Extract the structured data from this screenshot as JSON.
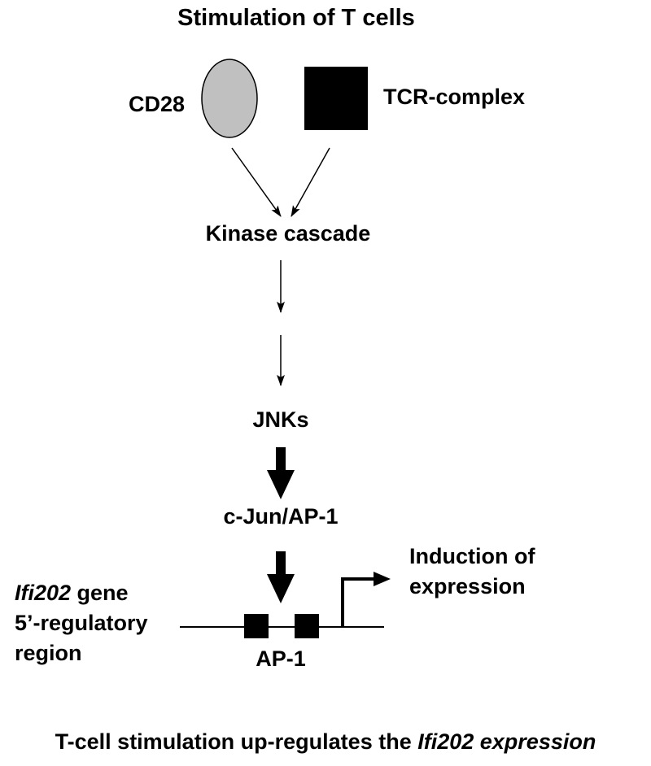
{
  "diagram": {
    "title": "Stimulation of T cells",
    "receptors": {
      "cd28_label": "CD28",
      "tcr_label": "TCR-complex",
      "cd28_fill": "#c0c0c0",
      "tcr_fill": "#000000"
    },
    "nodes": {
      "kinase": "Kinase cascade",
      "jnks": "JNKs",
      "cjun": "c-Jun/AP-1",
      "ap1": "AP-1"
    },
    "gene": {
      "name": "Ifi202",
      "suffix": " gene",
      "line2": "5’-regulatory",
      "line3": "region"
    },
    "induction": {
      "line1": "Induction of",
      "line2": "expression"
    },
    "caption": {
      "prefix": "T-cell stimulation up-regulates the ",
      "gene": "Ifi202",
      "suffix": " expression"
    }
  }
}
